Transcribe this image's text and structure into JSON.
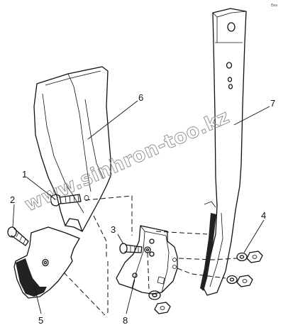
{
  "callouts": {
    "part1": "1",
    "part2": "2",
    "part3": "3",
    "part4": "4",
    "part5": "5",
    "part6": "6",
    "part7": "7",
    "part8": "8"
  },
  "watermark": "www.sinhron-too.kz",
  "corner_tag": "Ева"
}
